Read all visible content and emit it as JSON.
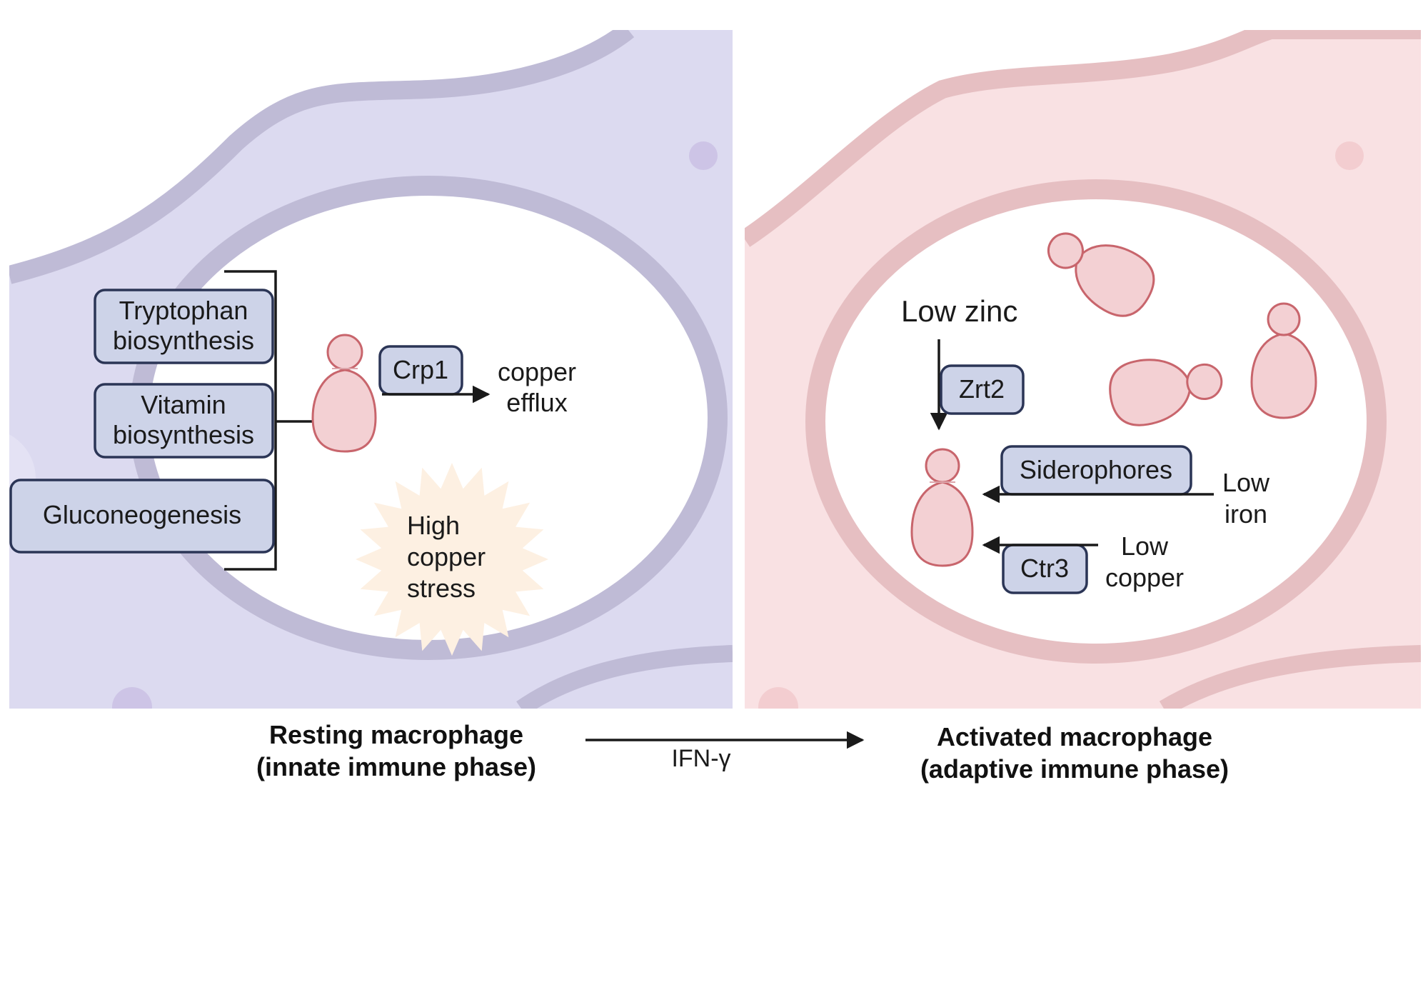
{
  "resting_panel": {
    "boxes": {
      "tryptophan": [
        "Tryptophan",
        "biosynthesis"
      ],
      "vitamin": [
        "Vitamin",
        "biosynthesis"
      ],
      "gluconeogenesis": "Gluconeogenesis",
      "crp1": "Crp1"
    },
    "copper_efflux": [
      "copper",
      "efflux"
    ],
    "stress": [
      "High",
      "copper",
      "stress"
    ],
    "caption": [
      "Resting macrophage",
      "(innate immune phase)"
    ]
  },
  "transition": {
    "label": "IFN-γ"
  },
  "activated_panel": {
    "low_zinc": "Low zinc",
    "boxes": {
      "zrt2": "Zrt2",
      "siderophores": "Siderophores",
      "ctr3": "Ctr3"
    },
    "low_iron": [
      "Low",
      "iron"
    ],
    "low_copper": [
      "Low",
      "copper"
    ],
    "caption": [
      "Activated macrophage",
      "(adaptive immune phase)"
    ]
  },
  "colors": {
    "resting_bg": "#dcdaf0",
    "resting_membrane": "#bfbbd6",
    "activated_bg": "#f9e1e3",
    "activated_membrane": "#e6bfc2",
    "box_fill": "#cdd3e8",
    "box_stroke": "#2b3556",
    "yeast_fill": "#f3d0d3",
    "yeast_stroke": "#c8656c",
    "stress_fill": "#fdf0e2"
  }
}
